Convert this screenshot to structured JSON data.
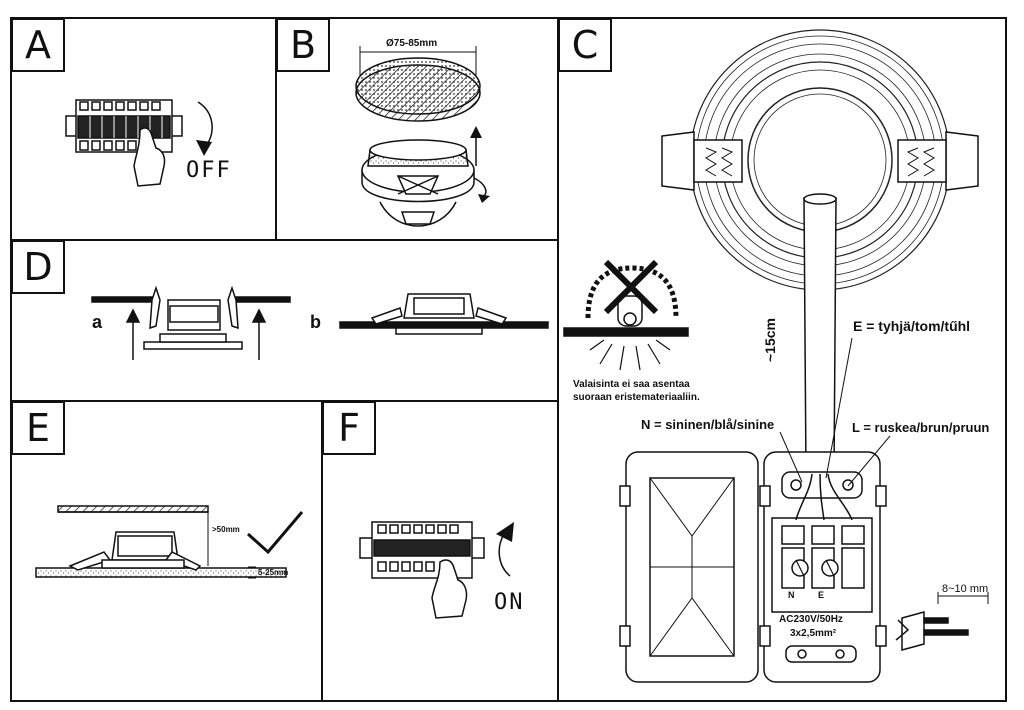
{
  "panels": {
    "a": {
      "label": "A",
      "state": "OFF"
    },
    "b": {
      "label": "B",
      "diameter": "Ø75-85mm"
    },
    "c": {
      "label": "C",
      "warning": [
        "Valaisinta ei saa asentaa",
        "suoraan eristemateriaaliin."
      ],
      "cable_length": "~15cm",
      "earth": "E = tyhjä/tom/tűhl",
      "neutral": "N = sininen/blå/sinine",
      "live": "L = ruskea/brun/pruun",
      "terminal_n": "N",
      "terminal_e": "E",
      "supply": "AC230V/50Hz",
      "cable": "3x2,5mm²",
      "strip": "8~10 mm"
    },
    "d": {
      "label": "D",
      "sub_a": "a",
      "sub_b": "b"
    },
    "e": {
      "label": "E",
      "clearance_top": ">50mm",
      "ceiling_thickness": "5-25mm"
    },
    "f": {
      "label": "F",
      "state": "ON"
    }
  }
}
